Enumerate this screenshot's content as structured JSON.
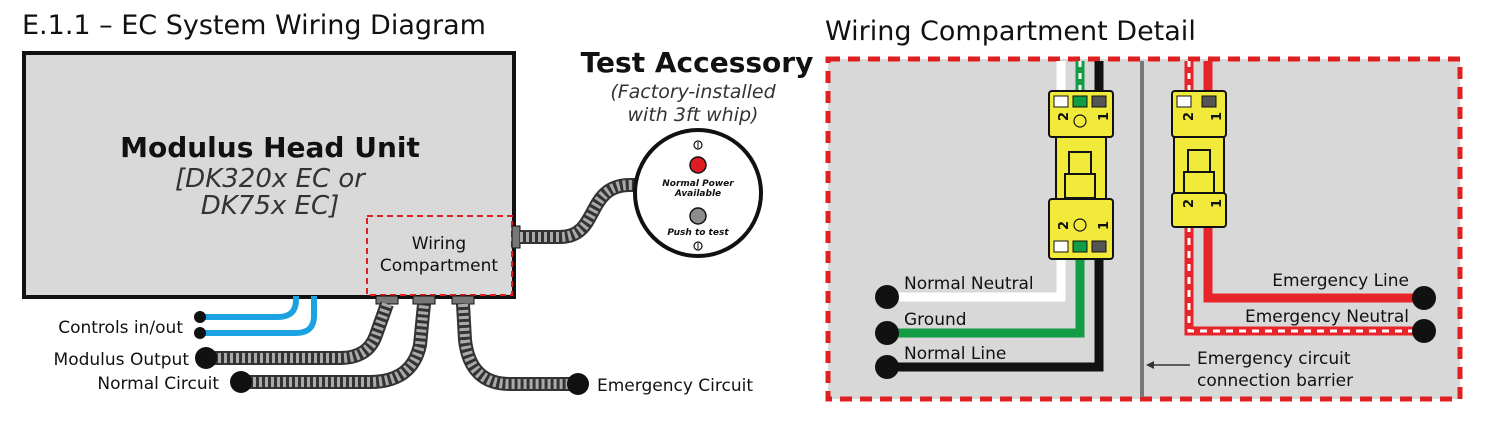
{
  "left_title": "E.1.1 – EC System Wiring Diagram",
  "right_title": "Wiring Compartment Detail",
  "head_unit": {
    "name": "Modulus Head Unit",
    "models_line1": "[DK320x EC or",
    "models_line2": "DK75x EC]",
    "compartment_line1": "Wiring",
    "compartment_line2": "Compartment"
  },
  "left_labels": {
    "controls": "Controls in/out",
    "modulus_output": "Modulus Output",
    "normal_circuit": "Normal Circuit",
    "emergency_circuit": "Emergency Circuit"
  },
  "accessory": {
    "title": "Test Accessory",
    "note_line1": "(Factory-installed",
    "note_line2": "with 3ft whip)",
    "power_label_line1": "Normal Power",
    "power_label_line2": "Available",
    "push_label": "Push to test",
    "indicator_color": "#e01b24",
    "button_color": "#8c8c8c"
  },
  "detail": {
    "normal_neutral": "Normal Neutral",
    "ground": "Ground",
    "normal_line": "Normal Line",
    "emergency_line": "Emergency Line",
    "emergency_neutral": "Emergency Neutral",
    "barrier_line1": "Emergency circuit",
    "barrier_line2": "connection barrier",
    "pin_2": "2",
    "pin_1": "1"
  },
  "colors": {
    "control_wire": "#1aa3e0",
    "ground_wire": "#129c46",
    "line_wire": "#111111",
    "emergency_wire": "#e8242b",
    "connector_yellow": "#f2ea3a",
    "panel_gray": "#d8d8d8",
    "dashed_red": "#e02020"
  }
}
